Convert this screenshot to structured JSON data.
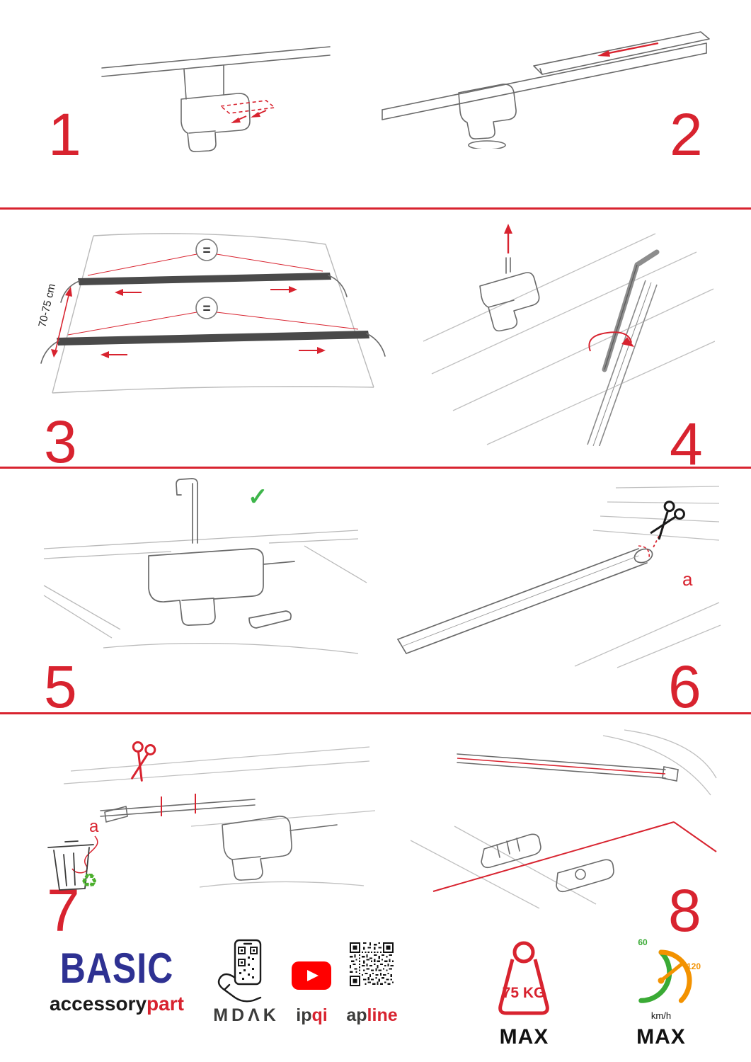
{
  "colors": {
    "accent_red": "#d8232f",
    "brand_blue": "#2e3192",
    "check_green": "#3db54a",
    "recycle_green": "#4caf2e",
    "gauge_green": "#3aaa35",
    "gauge_orange": "#f39200",
    "youtube_red": "#ff0000"
  },
  "steps": [
    {
      "number": "1"
    },
    {
      "number": "2"
    },
    {
      "number": "3"
    },
    {
      "number": "4"
    },
    {
      "number": "5"
    },
    {
      "number": "6"
    },
    {
      "number": "7"
    },
    {
      "number": "8"
    }
  ],
  "annotations": {
    "equals_top": "=",
    "equals_bottom": "=",
    "bar_distance": "70-75 cm",
    "cut_label_step6": "a",
    "cut_label_step7": "a",
    "checkmark": "✓",
    "recycle_symbol": "♻"
  },
  "icons": {
    "scissors": "svg-shape",
    "trash_bin": "svg-shape",
    "phone_qr": "svg-shape",
    "youtube_play": "svg-shape",
    "qr_code": "svg-shape",
    "weight": "svg-shape",
    "speedometer": "svg-shape",
    "allen_key": "svg-shape"
  },
  "footer": {
    "brand_title": "BASIC",
    "brand_subtitle_black": "accessory",
    "brand_subtitle_red": "part",
    "partner_mdak": "MDΛK",
    "partner_ipqi_gray": "ip",
    "partner_ipqi_red": "qi",
    "partner_apline_black": "ap",
    "partner_apline_red": "line",
    "weight_limit": "75 KG",
    "weight_max_label": "MAX",
    "speed_tick_low": "60",
    "speed_tick_high": "120",
    "speed_unit": "km/h",
    "speed_max_label": "MAX"
  }
}
